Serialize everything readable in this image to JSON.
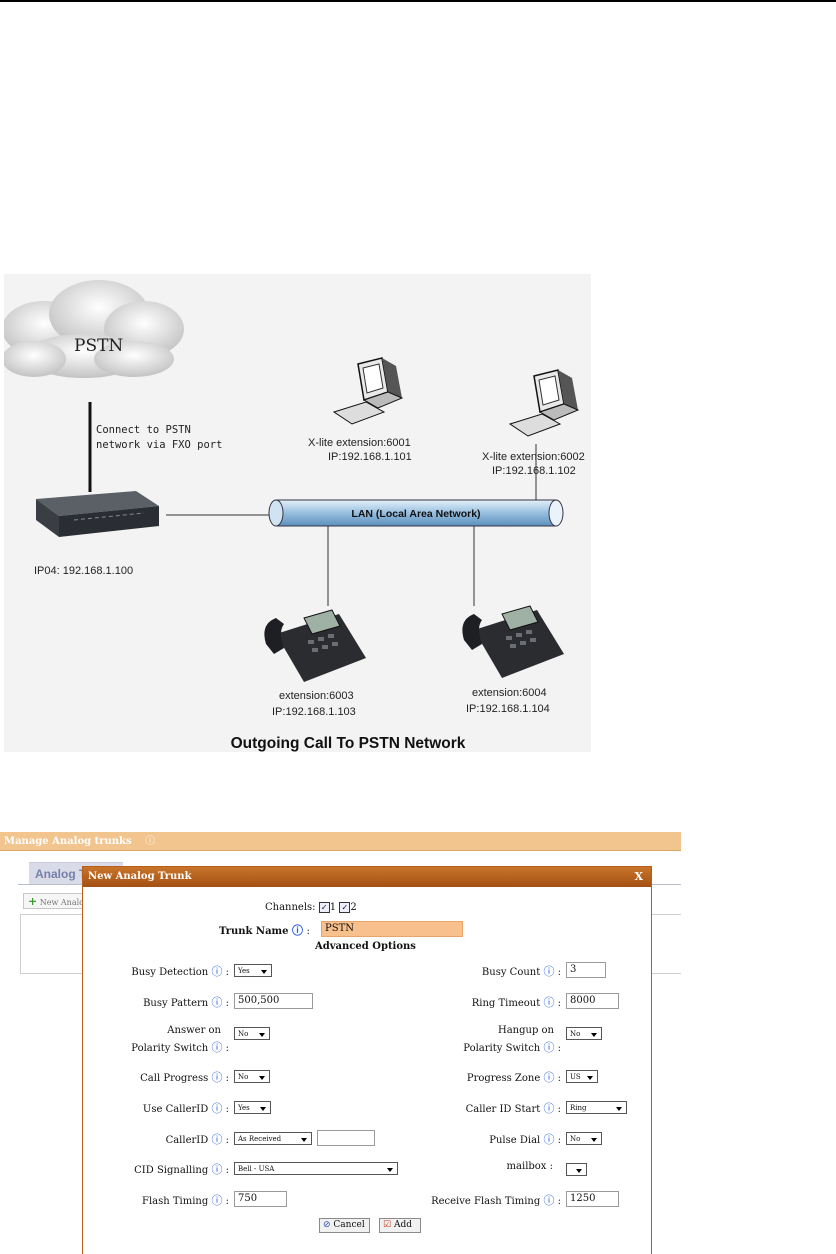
{
  "diagram": {
    "cloud_label": "PSTN",
    "connect_note_line1": "Connect to PSTN",
    "connect_note_line2": "network via FXO port",
    "gateway_label": "IP04: 192.168.1.100",
    "lan_label": "LAN (Local Area Network)",
    "pc1_line1": "X-lite extension:6001",
    "pc1_line2": "IP:192.168.1.101",
    "pc2_line1": "X-lite extension:6002",
    "pc2_line2": "IP:192.168.1.102",
    "phone1_line1": "extension:6003",
    "phone1_line2": "IP:192.168.1.103",
    "phone2_line1": "extension:6004",
    "phone2_line2": "IP:192.168.1.104",
    "caption": "Outgoing Call To PSTN Network"
  },
  "manager": {
    "header_title": "Manage Analog trunks",
    "header_info_icon": "info-icon",
    "tab_label": "Analog T",
    "new_button_label": "New Analo"
  },
  "dialog": {
    "title": "New Analog Trunk",
    "close": "X",
    "channels_label": "Channels:",
    "channel_1": "1",
    "channel_2": "2",
    "trunk_name_label": "Trunk Name",
    "trunk_name_value": "PSTN",
    "advanced_heading": "Advanced Options",
    "busy_detection_label": "Busy Detection",
    "busy_detection_value": "Yes",
    "busy_count_label": "Busy Count",
    "busy_count_value": "3",
    "busy_pattern_label": "Busy Pattern",
    "busy_pattern_value": "500,500",
    "ring_timeout_label": "Ring Timeout",
    "ring_timeout_value": "8000",
    "answer_polarity_label1": "Answer on",
    "answer_polarity_label2": "Polarity Switch",
    "answer_polarity_value": "No",
    "hangup_polarity_label1": "Hangup on",
    "hangup_polarity_label2": "Polarity Switch",
    "hangup_polarity_value": "No",
    "call_progress_label": "Call Progress",
    "call_progress_value": "No",
    "progress_zone_label": "Progress Zone",
    "progress_zone_value": "US",
    "use_callerid_label": "Use CallerID",
    "use_callerid_value": "Yes",
    "callerid_start_label": "Caller ID Start",
    "callerid_start_value": "Ring",
    "callerid_label": "CallerID",
    "callerid_value": "As Received",
    "callerid_text": "",
    "pulse_dial_label": "Pulse Dial",
    "pulse_dial_value": "No",
    "cid_signalling_label": "CID Signalling",
    "cid_signalling_value": "Bell - USA",
    "mailbox_label": "mailbox :",
    "mailbox_value": "",
    "flash_timing_label": "Flash Timing",
    "flash_timing_value": "750",
    "receive_flash_label": "Receive Flash Timing",
    "receive_flash_value": "1250",
    "colon": ":",
    "cancel_label": "Cancel",
    "add_label": "Add"
  }
}
